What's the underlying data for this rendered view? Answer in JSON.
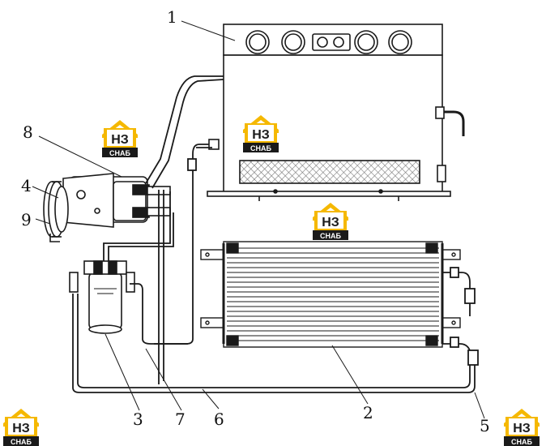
{
  "callouts": [
    "1",
    "2",
    "3",
    "4",
    "5",
    "6",
    "7",
    "8",
    "9"
  ],
  "logo": {
    "top_text": "НЗ",
    "bottom_text": "СНАБ",
    "color": "#f5b800",
    "dark": "#1a1a1a"
  },
  "colors": {
    "line": "#1a1a1a",
    "background": "#ffffff",
    "mesh": "#777777"
  }
}
